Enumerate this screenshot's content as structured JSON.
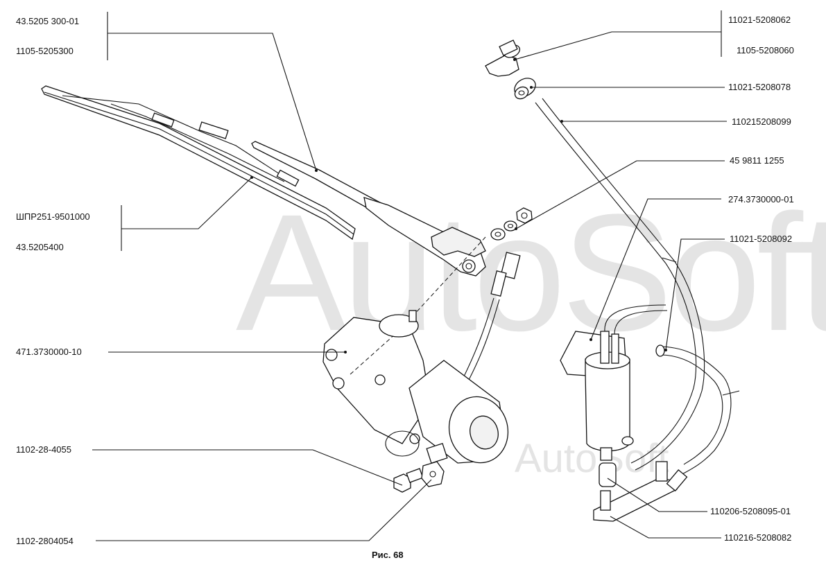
{
  "watermark": {
    "main": "AutoSoft",
    "secondary": "AutoSoft"
  },
  "caption": "Рис. 68",
  "labels": [
    {
      "id": "l1",
      "text": "43.5205 300-01"
    },
    {
      "id": "l2",
      "text": "1105-5205300"
    },
    {
      "id": "l3",
      "text": "ШПР251-9501000"
    },
    {
      "id": "l4",
      "text": "43.5205400"
    },
    {
      "id": "l5",
      "text": "471.3730000-10"
    },
    {
      "id": "l6",
      "text": "1102-28-4055"
    },
    {
      "id": "l7",
      "text": "1102-2804054"
    },
    {
      "id": "r1",
      "text": "11021-5208062"
    },
    {
      "id": "r2",
      "text": "1105-5208060"
    },
    {
      "id": "r3",
      "text": "11021-5208078"
    },
    {
      "id": "r4",
      "text": "110215208099"
    },
    {
      "id": "r5",
      "text": "45 9811 1255"
    },
    {
      "id": "r6",
      "text": "274.3730000-01"
    },
    {
      "id": "r7",
      "text": "11021-5208092"
    },
    {
      "id": "r8",
      "text": "110206-5208095-01"
    },
    {
      "id": "r9",
      "text": "110216-5208082"
    }
  ]
}
